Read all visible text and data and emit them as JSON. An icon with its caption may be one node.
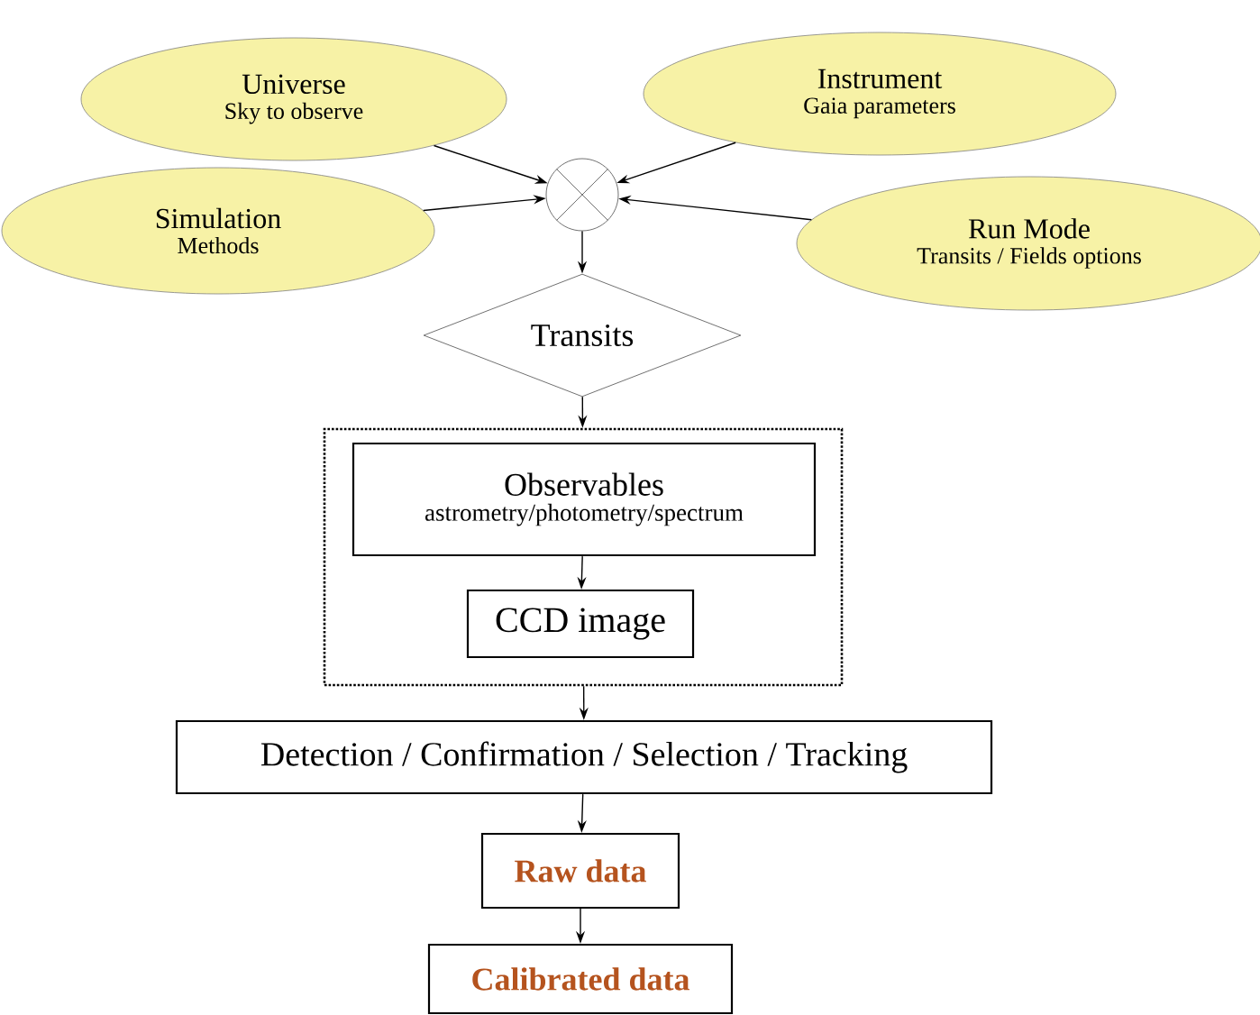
{
  "diagram": {
    "nodes": [
      {
        "text": [
          "Universe",
          "Sky to observe"
        ]
      },
      {
        "text": [
          "Instrument",
          "Gaia parameters"
        ]
      },
      {
        "text": [
          "Simulation",
          "Methods"
        ]
      },
      {
        "text": [
          "Run Mode",
          "Transits / Fields options"
        ]
      },
      {
        "text": [],
        "shape": "circle"
      },
      {
        "text": [
          "Transits"
        ]
      },
      {
        "text": [],
        "shape": "box"
      },
      {
        "text": [
          "Observables",
          "astrometry/photometry/spectrum"
        ],
        "in": 6
      },
      {
        "text": [
          "CCD image"
        ],
        "in": 6
      },
      {
        "text": [
          "Detection / Confirmation / Selection / Tracking"
        ]
      },
      {
        "text": [
          "Raw data"
        ]
      },
      {
        "text": [
          "Calibrated data"
        ]
      }
    ],
    "edges": [
      {
        "from": 0,
        "to": 4,
        "arrow": "to"
      },
      {
        "from": 1,
        "to": 4,
        "arrow": "to"
      },
      {
        "from": 2,
        "to": 4,
        "arrow": "to"
      },
      {
        "from": 3,
        "to": 4,
        "arrow": "to"
      },
      {
        "from": 4,
        "to": 5,
        "arrow": "to"
      },
      {
        "from": 5,
        "to": 6,
        "arrow": "to"
      },
      {
        "from": 7,
        "to": 8,
        "arrow": "to"
      },
      {
        "from": 6,
        "to": 9,
        "arrow": "to"
      },
      {
        "from": 9,
        "to": 10,
        "arrow": "to"
      },
      {
        "from": 10,
        "to": 11,
        "arrow": "to"
      }
    ]
  }
}
